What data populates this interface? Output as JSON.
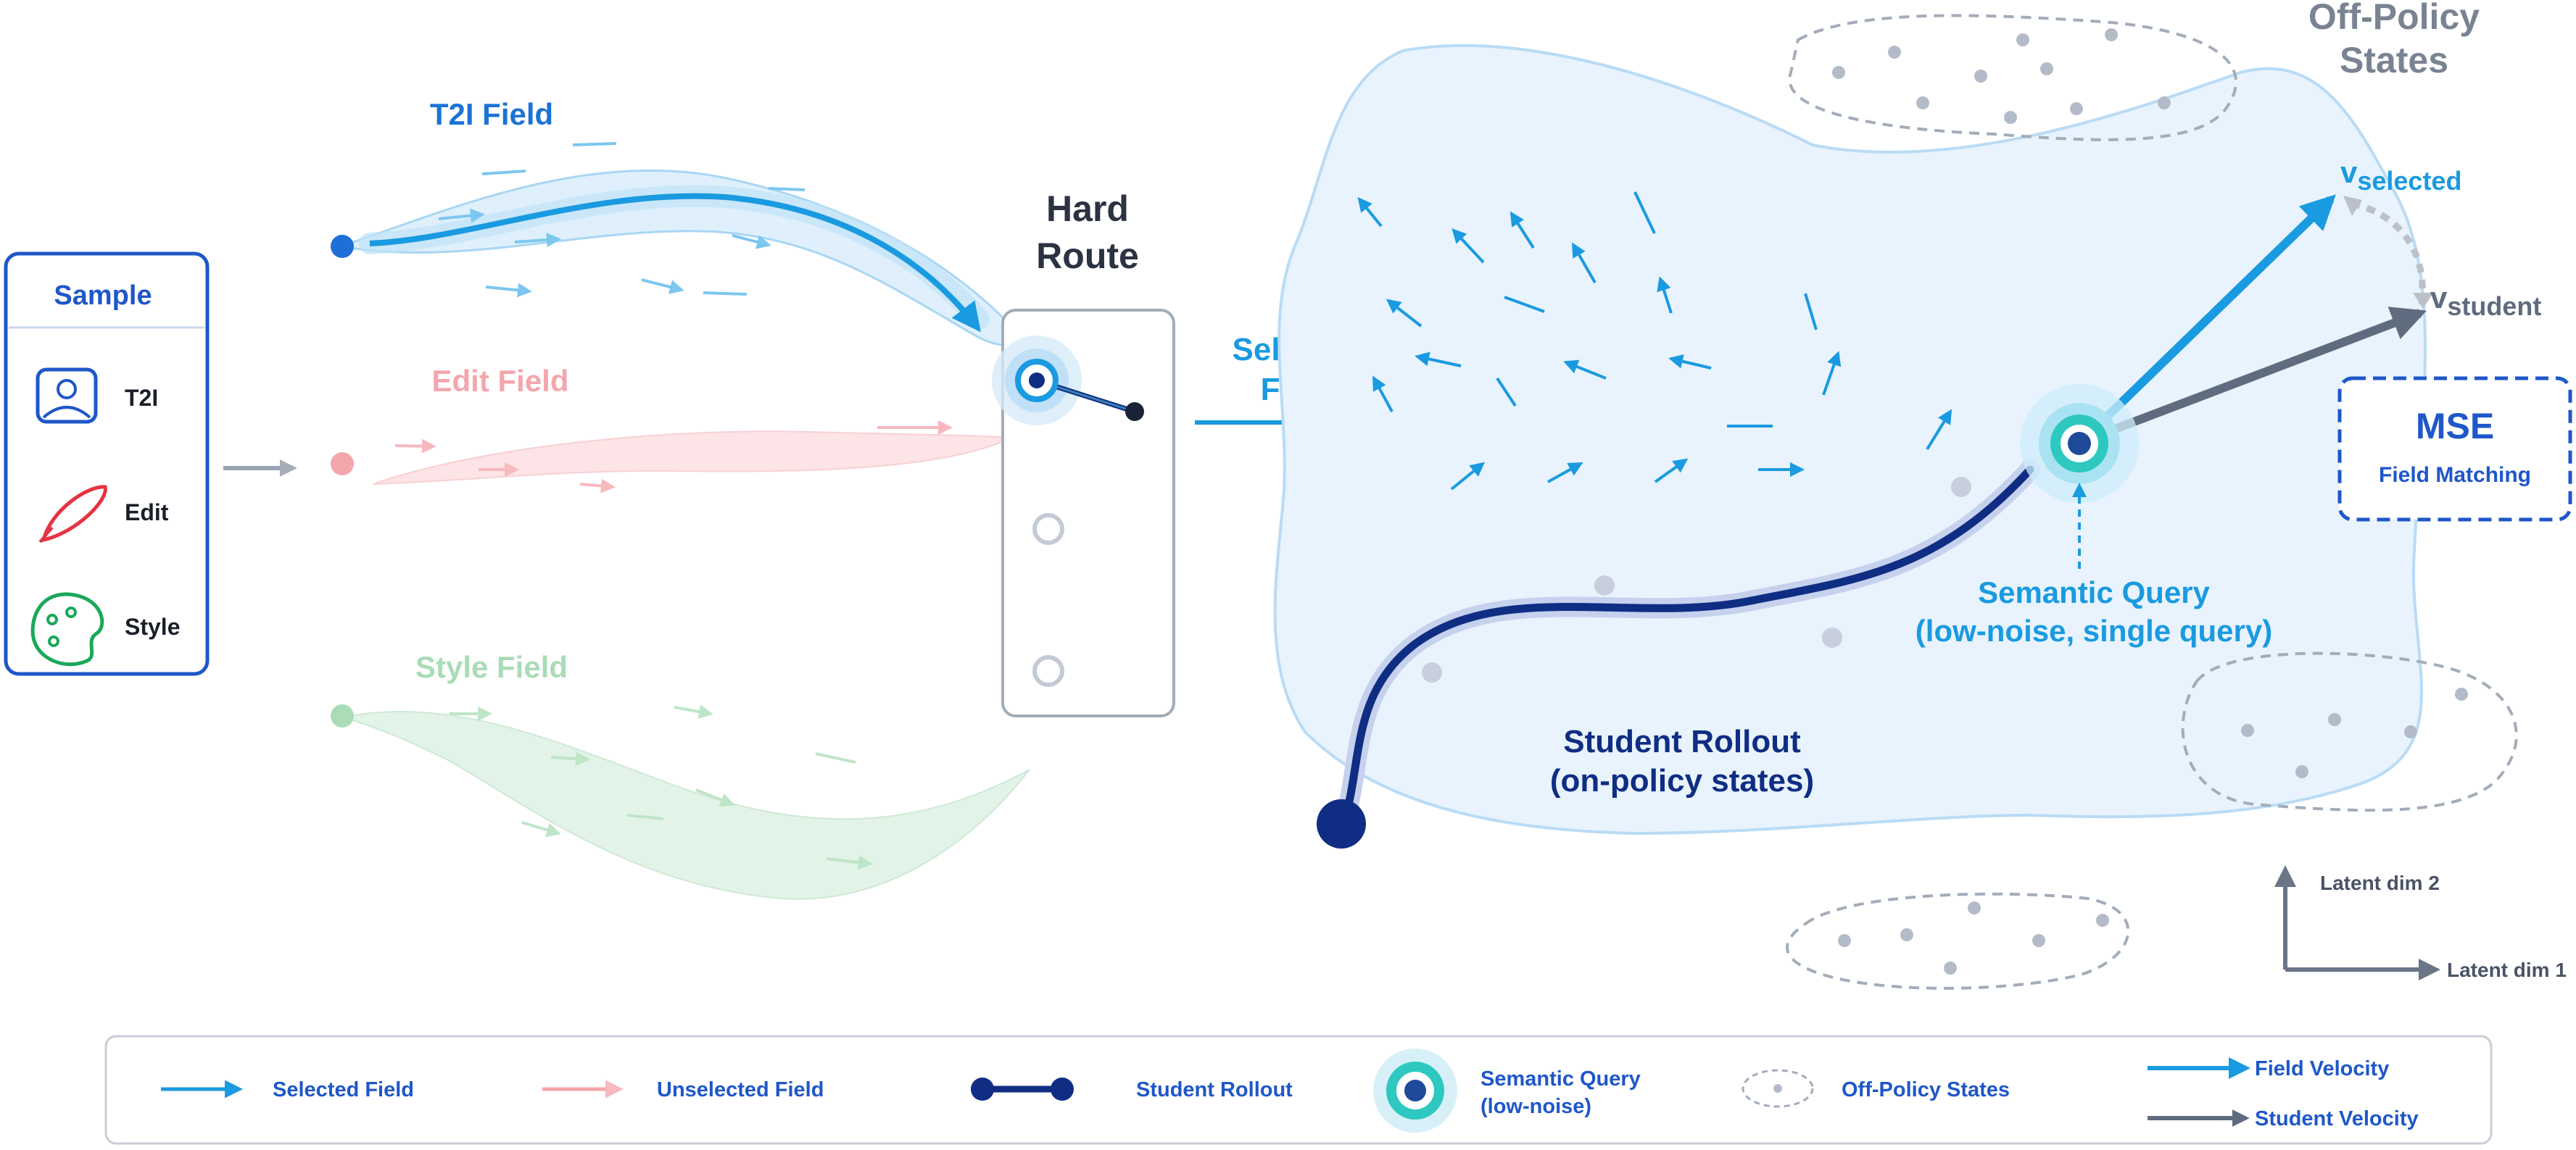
{
  "sample_box": {
    "title": "Sample",
    "items": [
      {
        "label": "T2I",
        "icon": "image-icon"
      },
      {
        "label": "Edit",
        "icon": "brush-icon"
      },
      {
        "label": "Style",
        "icon": "palette-icon"
      }
    ]
  },
  "fields": {
    "t2i": "T2I Field",
    "edit": "Edit Field",
    "style": "Style Field"
  },
  "router": {
    "title_line1": "Hard",
    "title_line2": "Route"
  },
  "selected_field": {
    "line1": "Selected",
    "line2": "Field"
  },
  "off_policy": {
    "line1": "Off-Policy",
    "line2": "States"
  },
  "velocities": {
    "selected_v": "v",
    "selected_sub": "selected",
    "student_v": "v",
    "student_sub": "student"
  },
  "mse": {
    "title": "MSE",
    "subtitle": "Field Matching"
  },
  "semantic_query": {
    "line1": "Semantic Query",
    "line2": "(low-noise, single query)"
  },
  "student_rollout": {
    "line1": "Student Rollout",
    "line2": "(on-policy states)"
  },
  "axes": {
    "dim1": "Latent dim 1",
    "dim2": "Latent dim 2"
  },
  "legend": {
    "selected_field": "Selected Field",
    "unselected_field": "Unselected Field",
    "student_rollout": "Student Rollout",
    "semantic_query_line1": "Semantic Query",
    "semantic_query_line2": "(low-noise)",
    "off_policy": "Off-Policy States",
    "field_velocity": "Field Velocity",
    "student_velocity": "Student Velocity"
  },
  "colors": {
    "blue": "#1a9ae0",
    "dark_blue": "#1f57c9",
    "navy": "#0f2d83",
    "pink": "#f4a6ac",
    "green": "#a9dcb7",
    "teal": "#2ec8c0",
    "gray": "#5f6b7e",
    "light_gray": "#aab2c2",
    "manifold_fill": "#e8f3fd",
    "manifold_stroke": "#b9dbf5"
  }
}
